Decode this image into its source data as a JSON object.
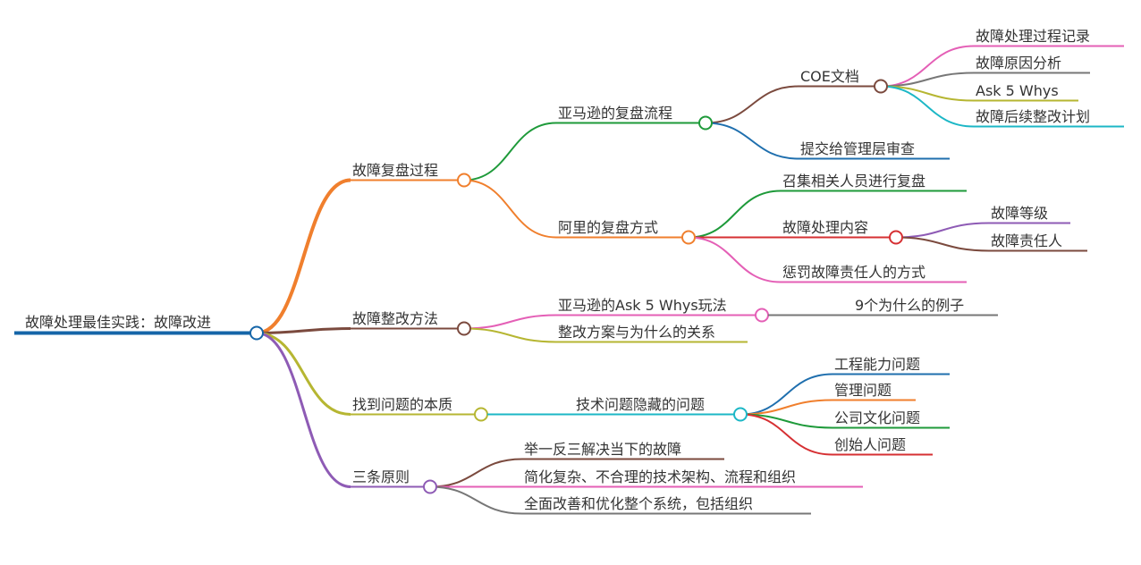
{
  "root": {
    "label": "故障处理最佳实践：故障改进",
    "color": "#1565a8"
  },
  "branches": [
    {
      "label": "故障复盘过程",
      "color": "#f07f2d",
      "children": [
        {
          "label": "亚马逊的复盘流程",
          "color": "#1e9a3a",
          "children": [
            {
              "label": "COE文档",
              "color": "#7b4a3e",
              "children": [
                {
                  "label": "故障处理过程记录",
                  "color": "#e45fb6"
                },
                {
                  "label": "故障原因分析",
                  "color": "#777777"
                },
                {
                  "label": "Ask 5 Whys",
                  "color": "#b6b632"
                },
                {
                  "label": "故障后续整改计划",
                  "color": "#1cb7c6"
                }
              ]
            },
            {
              "label": "提交给管理层审查",
              "color": "#1f6fae"
            }
          ]
        },
        {
          "label": "阿里的复盘方式",
          "color": "#f07f2d",
          "children": [
            {
              "label": "召集相关人员进行复盘",
              "color": "#1e9a3a"
            },
            {
              "label": "故障处理内容",
              "color": "#d63033",
              "children": [
                {
                  "label": "故障等级",
                  "color": "#8e5bb5"
                },
                {
                  "label": "故障责任人",
                  "color": "#7b4a3e"
                }
              ]
            },
            {
              "label": "惩罚故障责任人的方式",
              "color": "#e45fb6"
            }
          ]
        }
      ]
    },
    {
      "label": "故障整改方法",
      "color": "#7b4a3e",
      "children": [
        {
          "label": "亚马逊的Ask 5 Whys玩法",
          "color": "#e45fb6",
          "children": [
            {
              "label": "9个为什么的例子",
              "color": "#777777"
            }
          ]
        },
        {
          "label": "整改方案与为什么的关系",
          "color": "#b6b632"
        }
      ]
    },
    {
      "label": "找到问题的本质",
      "color": "#b6b632",
      "children": [
        {
          "label": "技术问题隐藏的问题",
          "color": "#1cb7c6",
          "children": [
            {
              "label": "工程能力问题",
              "color": "#1f6fae"
            },
            {
              "label": "管理问题",
              "color": "#f07f2d"
            },
            {
              "label": "公司文化问题",
              "color": "#1e9a3a"
            },
            {
              "label": "创始人问题",
              "color": "#d63033"
            }
          ]
        }
      ]
    },
    {
      "label": "三条原则",
      "color": "#8e5bb5",
      "children": [
        {
          "label": "举一反三解决当下的故障",
          "color": "#7b4a3e"
        },
        {
          "label": "简化复杂、不合理的技术架构、流程和组织",
          "color": "#e45fb6"
        },
        {
          "label": "全面改善和优化整个系统，包括组织",
          "color": "#777777"
        }
      ]
    }
  ]
}
